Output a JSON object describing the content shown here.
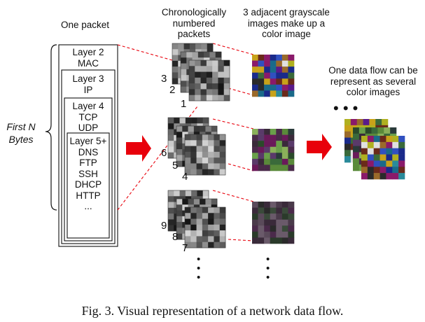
{
  "titles": {
    "one_packet": "One packet",
    "numbered_packets": "Chronologically\nnumbered\npackets",
    "adjacent_images": "3 adjacent grayscale\nimages make up a\ncolor image",
    "one_flow": "One data flow can be\nrepresent as several\ncolor images"
  },
  "first_n_bytes": "First N\nBytes",
  "layers": {
    "layer2": "Layer 2\nMAC",
    "layer3": "Layer 3\nIP",
    "layer4": "Layer 4\nTCP\nUDP",
    "layer5": "Layer 5+\nDNS\nFTP\nSSH\nDHCP\nHTTP\n..."
  },
  "packet_numbers": {
    "group1": [
      "3",
      "2",
      "1"
    ],
    "group2": [
      "6",
      "5",
      "4"
    ],
    "group3": [
      "9",
      "8",
      "7"
    ]
  },
  "ellipsis": "• • •",
  "vertical_ellipsis": "•\n•\n•",
  "caption": "Fig. 3.   Visual representation of a network data flow.",
  "colors": {
    "arrow": "#e8000b",
    "dashed_link": "#e8000b",
    "stroke": "#111111"
  }
}
